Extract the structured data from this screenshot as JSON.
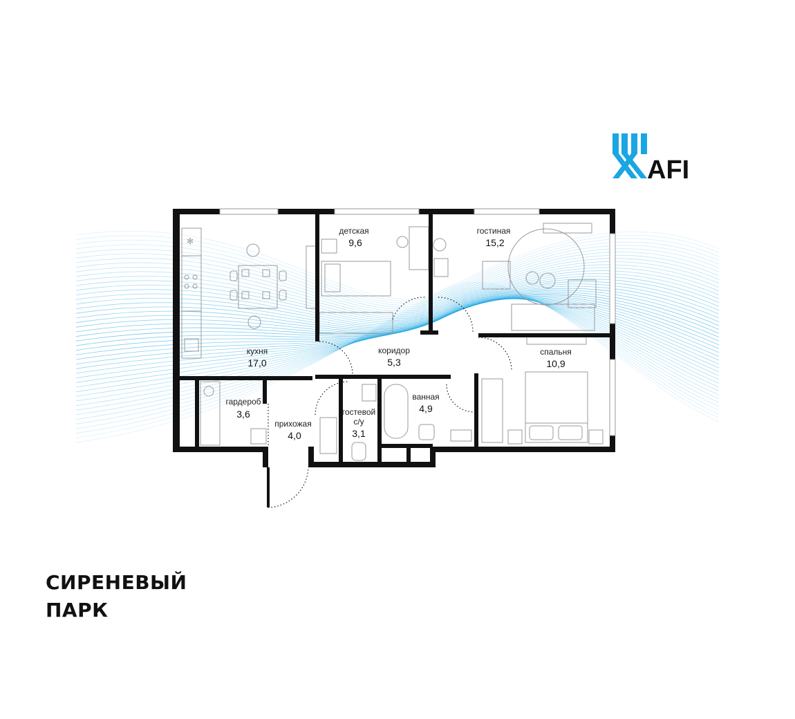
{
  "brand": {
    "logo_text": "AFI",
    "logo_color": "#1aa5e3",
    "text_color": "#111111"
  },
  "project": {
    "line1": "СИРЕНЕВЫЙ",
    "line2": "ПАРК"
  },
  "rooms": {
    "kitchen": {
      "name": "кухня",
      "area": "17,0"
    },
    "kids": {
      "name": "детская",
      "area": "9,6"
    },
    "living": {
      "name": "гостиная",
      "area": "15,2"
    },
    "corridor": {
      "name": "коридор",
      "area": "5,3"
    },
    "bedroom": {
      "name": "спальня",
      "area": "10,9"
    },
    "wardrobe": {
      "name": "гардероб",
      "area": "3,6"
    },
    "hall": {
      "name": "прихожая",
      "area": "4,0"
    },
    "guest_wc": {
      "name_line1": "гостевой",
      "name_line2": "с/у",
      "area": "3,1"
    },
    "bathroom": {
      "name": "ванная",
      "area": "4,9"
    }
  },
  "colors": {
    "wall": "#111111",
    "wave": "#1aa5e3",
    "furniture": "#9a9a9a"
  }
}
